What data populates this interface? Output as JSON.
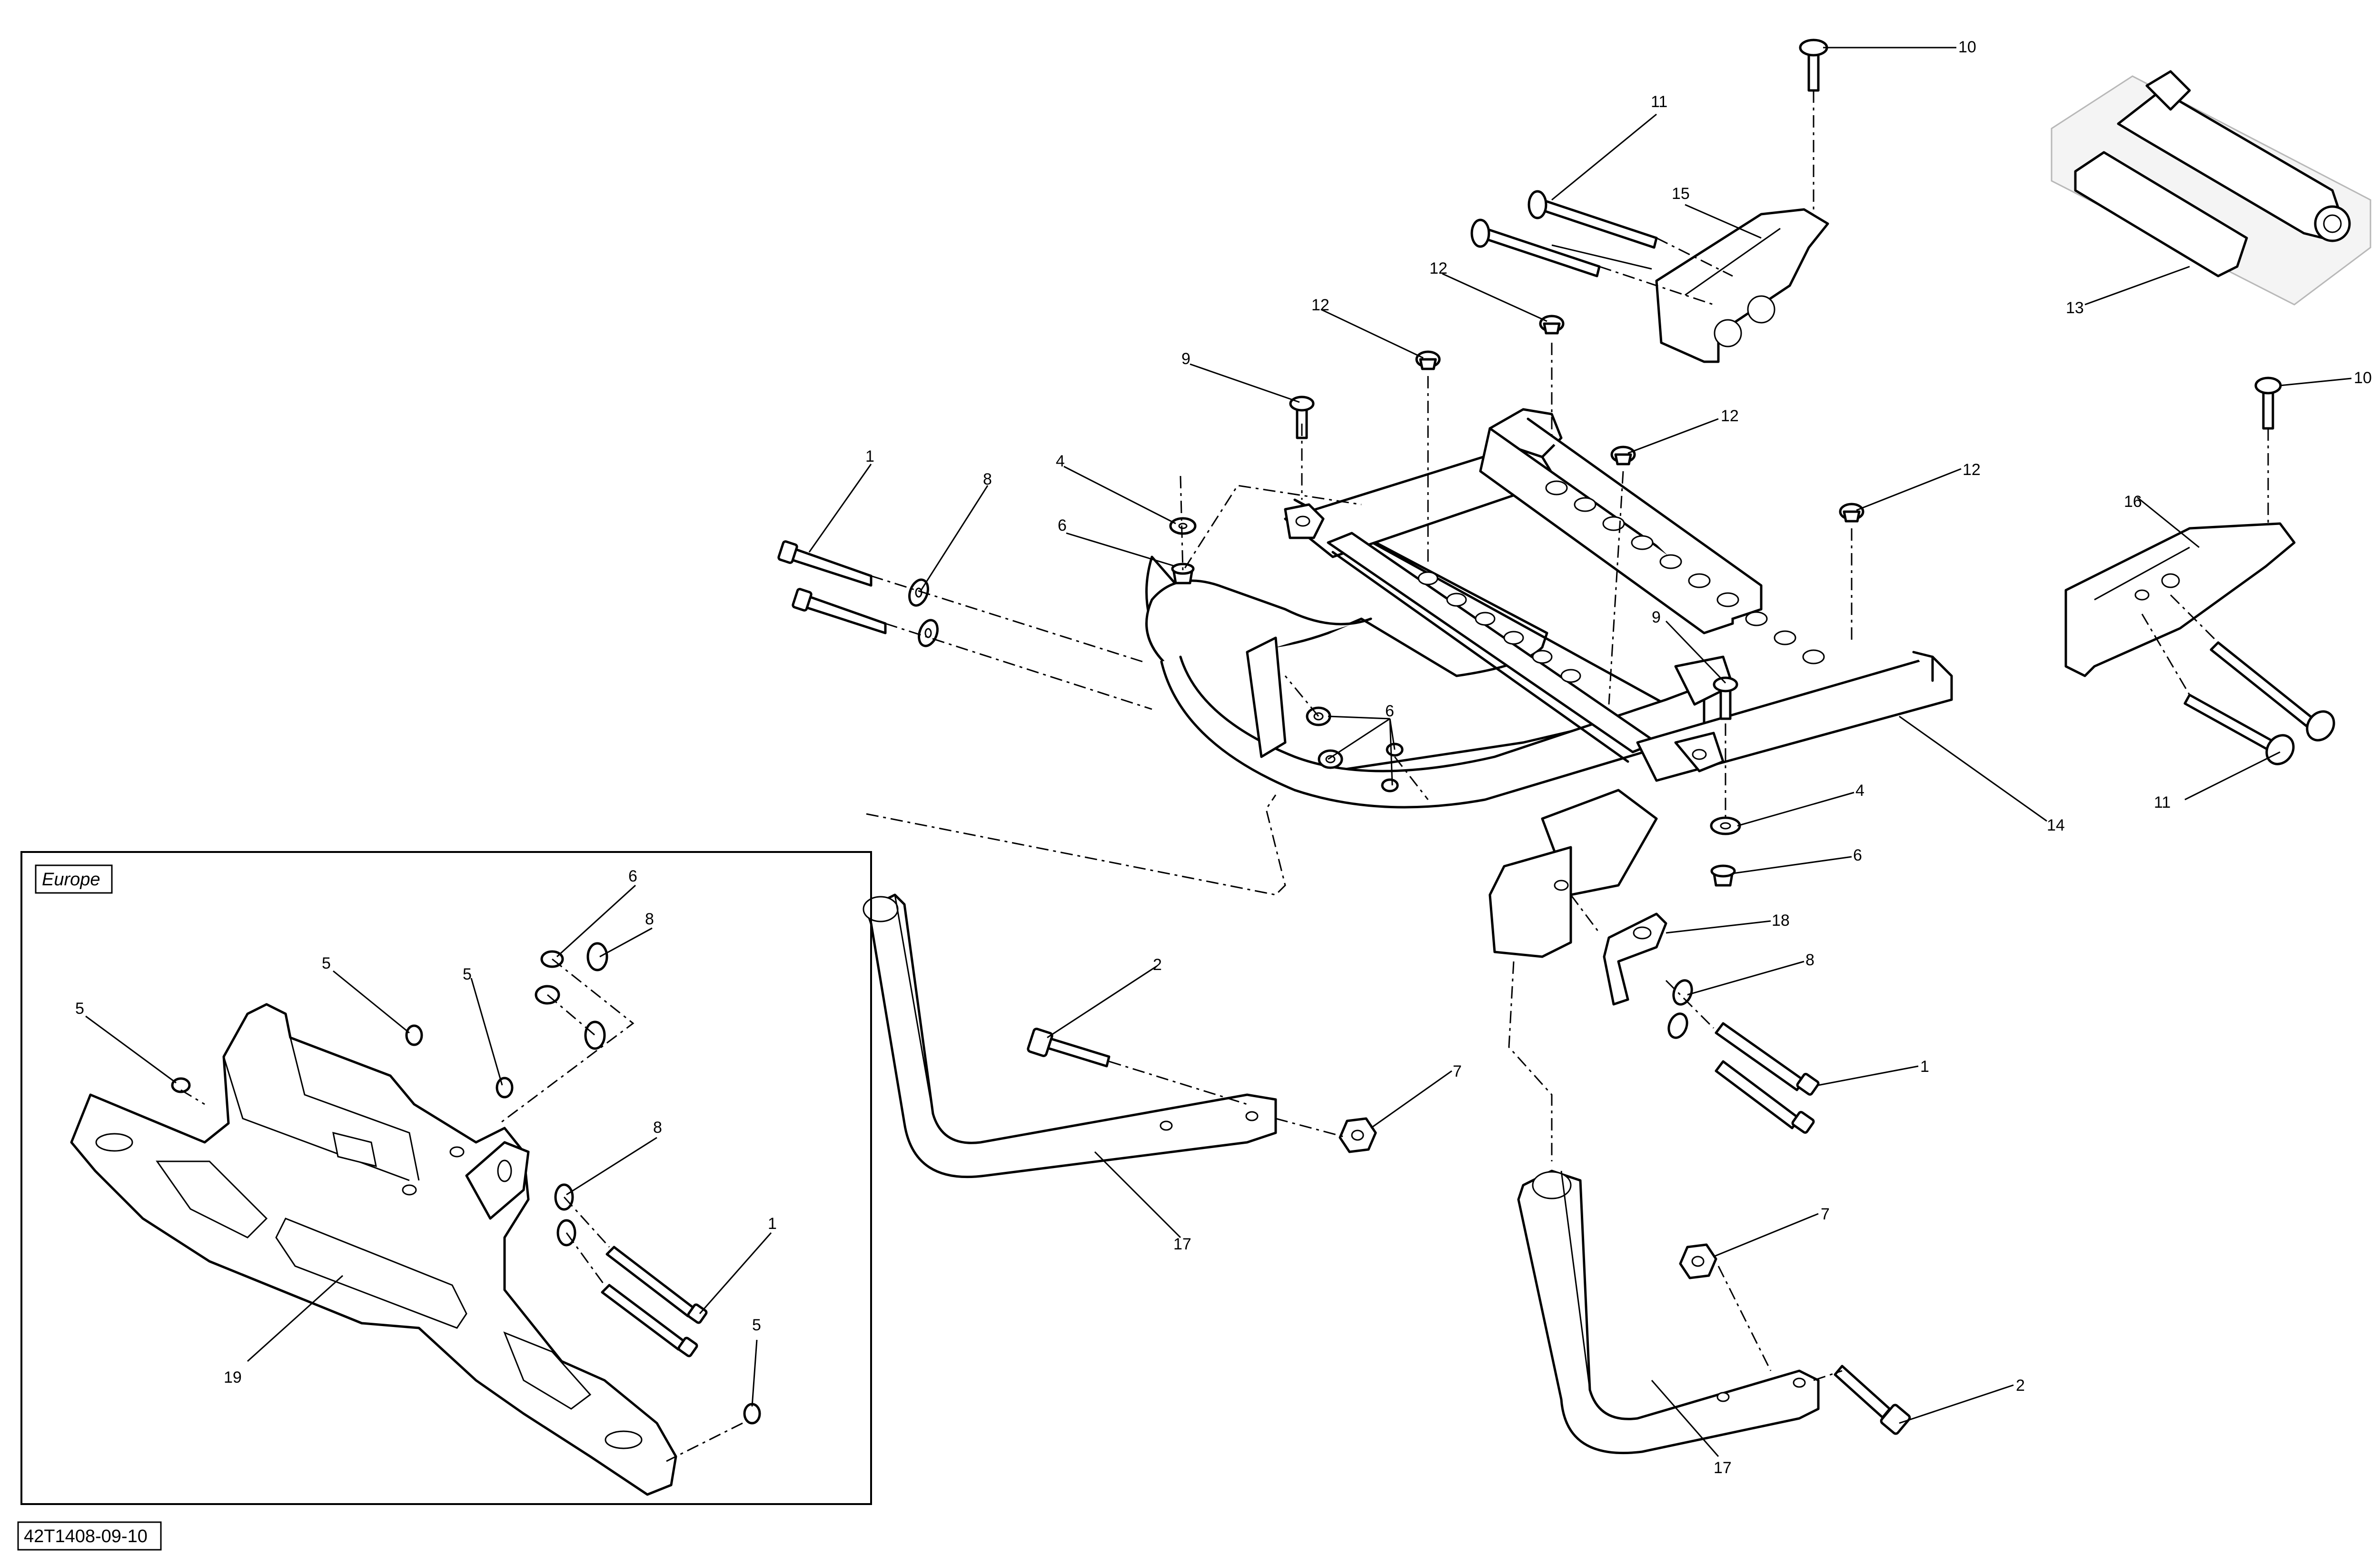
{
  "diagram": {
    "reference_code": "42T1408-09-10",
    "inset_label": "Europe",
    "callouts": [
      "1",
      "2",
      "4",
      "5",
      "6",
      "7",
      "8",
      "9",
      "10",
      "11",
      "12",
      "13",
      "14",
      "15",
      "16",
      "17",
      "18",
      "19"
    ]
  }
}
